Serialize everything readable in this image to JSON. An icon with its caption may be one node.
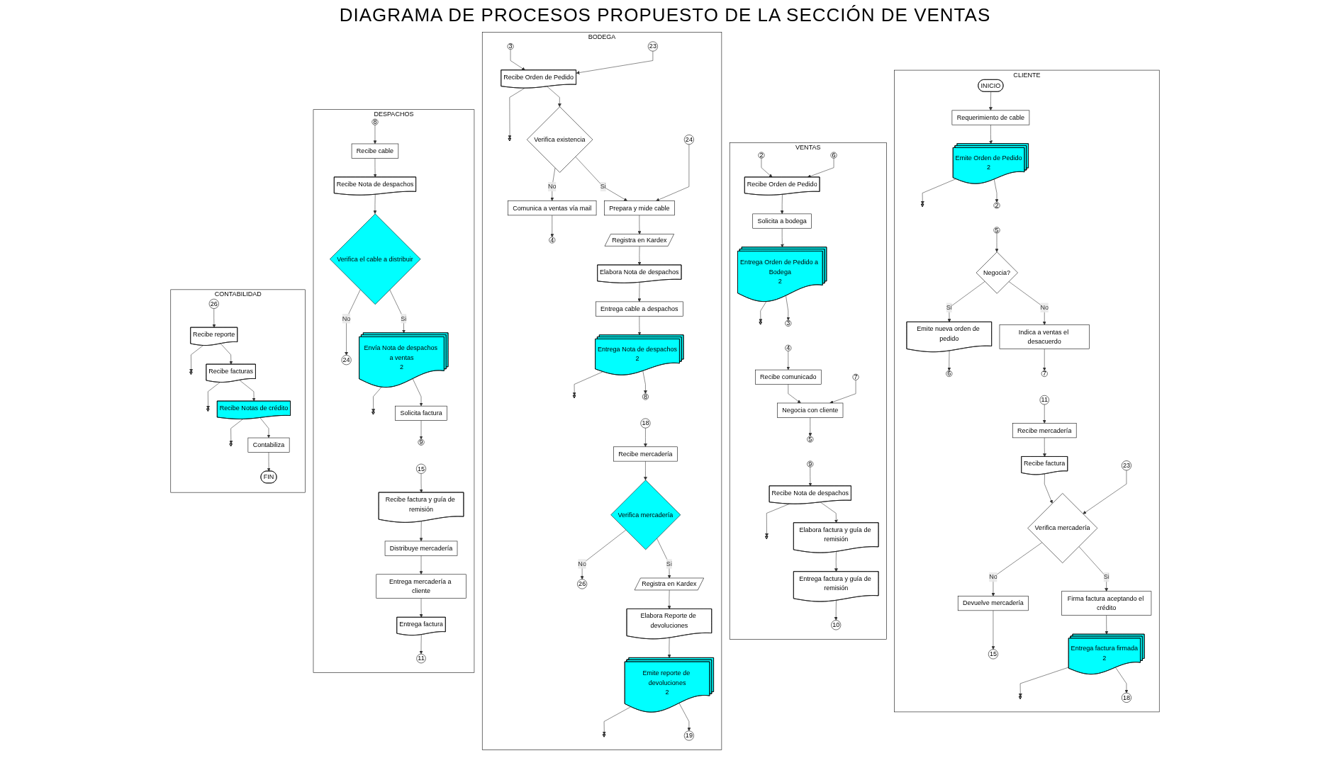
{
  "diagram": {
    "title": "DIAGRAMA DE PROCESOS PROPUESTO DE LA SECCIÓN DE VENTAS",
    "nodes": [
      {
        "text": [
          "CLIENTE"
        ]
      },
      {
        "text": [
          "INICIO"
        ],
        "in": 0
      },
      {
        "text": [
          "Requerimiento de cable"
        ],
        "in": 0
      },
      {
        "text": [
          "Emite Orden de Pedido",
          "2"
        ],
        "in": 0
      },
      {
        "text": [],
        "shape": "triangle",
        "in": 0
      },
      {
        "text": [
          "2"
        ],
        "in": 0
      },
      {
        "text": [
          "5"
        ],
        "in": 0
      },
      {
        "text": [
          "Negocia?"
        ],
        "in": 0
      },
      {
        "text": [
          "Emite nueva orden de pedido"
        ],
        "in": 0
      },
      {
        "text": [
          "6"
        ],
        "in": 0
      },
      {
        "text": [
          "Indica a ventas el desacuerdo"
        ],
        "in": 0
      },
      {
        "text": [
          "7"
        ],
        "in": 0
      },
      {
        "text": [
          "11"
        ],
        "in": 0
      },
      {
        "text": [
          "Recibe mercadería"
        ],
        "in": 0
      },
      {
        "text": [
          "Recibe factura"
        ],
        "in": 0
      },
      {
        "text": [
          "23"
        ],
        "in": 0
      },
      {
        "text": [
          "Verifica mercadería"
        ],
        "in": 0
      },
      {
        "text": [
          "Devuelve mercadería"
        ],
        "in": 0
      },
      {
        "text": [
          "15"
        ],
        "in": 0
      },
      {
        "text": [
          "Firma factura aceptando el crédito"
        ],
        "in": 0
      },
      {
        "text": [
          "Entrega factura firmada",
          "2"
        ],
        "in": 0
      },
      {
        "text": [],
        "shape": "triangle",
        "in": 0
      },
      {
        "text": [
          "18"
        ],
        "in": 0
      },
      {
        "text": [
          "VENTAS"
        ]
      },
      {
        "text": [
          "2"
        ],
        "in": 23
      },
      {
        "text": [
          "6"
        ],
        "in": 23
      },
      {
        "text": [
          "Recibe Orden de Pedido"
        ],
        "in": 23
      },
      {
        "text": [
          "Solicita a bodega"
        ],
        "in": 23
      },
      {
        "text": [
          "Entrega Orden de Pedido a Bodega",
          "2"
        ],
        "in": 23
      },
      {
        "text": [],
        "shape": "triangle",
        "in": 23
      },
      {
        "text": [
          "3"
        ],
        "in": 23
      },
      {
        "text": [
          "4"
        ],
        "in": 23
      },
      {
        "text": [
          "Recibe comunicado"
        ],
        "in": 23
      },
      {
        "text": [
          "7"
        ],
        "in": 23
      },
      {
        "text": [
          "Negocia con cliente"
        ],
        "in": 23
      },
      {
        "text": [
          "5"
        ],
        "in": 23
      },
      {
        "text": [
          "9"
        ],
        "in": 23
      },
      {
        "text": [
          "Recibe Nota de despachos"
        ],
        "in": 23
      },
      {
        "text": [],
        "shape": "triangle",
        "in": 23
      },
      {
        "text": [
          "Elabora factura y guía de remisión"
        ],
        "in": 23
      },
      {
        "text": [
          "Entrega factura y guía de remisión"
        ],
        "in": 23
      },
      {
        "text": [
          "10"
        ],
        "in": 23
      },
      {
        "text": [
          "BODEGA"
        ]
      },
      {
        "text": [
          "3"
        ],
        "in": 42
      },
      {
        "text": [
          "23"
        ],
        "in": 42
      },
      {
        "text": [
          "Recibe Orden de Pedido"
        ],
        "in": 42
      },
      {
        "text": [],
        "shape": "triangle",
        "in": 42
      },
      {
        "text": [
          "Verifica existencia"
        ],
        "in": 42
      },
      {
        "text": [
          "Comunica a ventas vía mail"
        ],
        "in": 42
      },
      {
        "text": [
          "4"
        ],
        "in": 42
      },
      {
        "text": [
          "24"
        ],
        "in": 42
      },
      {
        "text": [
          "Prepara y mide cable"
        ],
        "in": 42
      },
      {
        "text": [
          "Registra en Kardex"
        ],
        "in": 42
      },
      {
        "text": [
          "Elabora Nota de despachos"
        ],
        "in": 42
      },
      {
        "text": [
          "Entrega cable a despachos"
        ],
        "in": 42
      },
      {
        "text": [
          "Entrega Nota de despachos",
          "2"
        ],
        "in": 42
      },
      {
        "text": [],
        "shape": "triangle",
        "in": 42
      },
      {
        "text": [
          "8"
        ],
        "in": 42
      },
      {
        "text": [
          "18"
        ],
        "in": 42
      },
      {
        "text": [
          "Recibe mercadería"
        ],
        "in": 42
      },
      {
        "text": [
          "Verifica mercadería"
        ],
        "in": 42
      },
      {
        "text": [
          "26"
        ],
        "in": 42
      },
      {
        "text": [
          "Registra en Kardex"
        ],
        "in": 42
      },
      {
        "text": [
          "Elabora Reporte de devoluciones"
        ],
        "in": 42
      },
      {
        "text": [
          "Emite reporte de devoluciones",
          "2"
        ],
        "in": 42
      },
      {
        "text": [],
        "shape": "triangle",
        "in": 42
      },
      {
        "text": [
          "19"
        ],
        "in": 42
      },
      {
        "text": [
          "DESPACHOS"
        ]
      },
      {
        "text": [
          "8"
        ],
        "in": 67
      },
      {
        "text": [
          "Recibe cable"
        ],
        "in": 67
      },
      {
        "text": [
          "Recibe Nota de despachos"
        ],
        "in": 67
      },
      {
        "text": [
          "Verifica el cable a distribuir"
        ],
        "in": 67
      },
      {
        "text": [
          "24"
        ],
        "in": 67
      },
      {
        "text": [
          "Envía Nota de despachos a ventas",
          "2"
        ],
        "in": 67
      },
      {
        "text": [],
        "shape": "triangle",
        "in": 67
      },
      {
        "text": [
          "Solicita factura"
        ],
        "in": 67
      },
      {
        "text": [
          "9"
        ],
        "in": 67
      },
      {
        "text": [
          "15"
        ],
        "in": 67
      },
      {
        "text": [
          "Recibe factura y guía de remisión"
        ],
        "in": 67
      },
      {
        "text": [
          "Distribuye mercadería"
        ],
        "in": 67
      },
      {
        "text": [
          "Entrega mercadería a cliente"
        ],
        "in": 67
      },
      {
        "text": [
          "Entrega factura"
        ],
        "in": 67
      },
      {
        "text": [
          "11"
        ],
        "in": 67
      },
      {
        "text": [
          "CONTABILIDAD"
        ]
      },
      {
        "text": [
          "26"
        ],
        "in": 83
      },
      {
        "text": [
          "Recibe reporte"
        ],
        "in": 83
      },
      {
        "text": [],
        "shape": "triangle",
        "in": 83
      },
      {
        "text": [
          "Recibe facturas"
        ],
        "in": 83
      },
      {
        "text": [],
        "shape": "triangle",
        "in": 83
      },
      {
        "text": [
          "Recibe Notas de crédito"
        ],
        "in": 83
      },
      {
        "text": [],
        "shape": "triangle",
        "in": 83
      },
      {
        "text": [
          "Contabiliza"
        ],
        "in": 83
      },
      {
        "text": [
          "FIN"
        ],
        "in": 83
      }
    ],
    "edges": [
      {
        "from": 1,
        "to": 2,
        "arrow": "to"
      },
      {
        "from": 2,
        "to": 3,
        "arrow": "to"
      },
      {
        "from": 3,
        "to": 4,
        "arrow": "to"
      },
      {
        "from": 3,
        "to": 5,
        "arrow": "to"
      },
      {
        "from": 6,
        "to": 7,
        "arrow": "to"
      },
      {
        "from": 7,
        "to": 8,
        "arrow": "to",
        "label": "Si"
      },
      {
        "from": 8,
        "to": 9,
        "arrow": "to"
      },
      {
        "from": 7,
        "to": 10,
        "arrow": "to",
        "label": "No"
      },
      {
        "from": 10,
        "to": 11,
        "arrow": "to"
      },
      {
        "from": 12,
        "to": 13,
        "arrow": "to"
      },
      {
        "from": 13,
        "to": 14,
        "arrow": "to"
      },
      {
        "from": 14,
        "to": 16,
        "arrow": "to"
      },
      {
        "from": 15,
        "to": 16,
        "arrow": "to"
      },
      {
        "from": 16,
        "to": 17,
        "arrow": "to",
        "label": "No"
      },
      {
        "from": 17,
        "to": 18,
        "arrow": "to"
      },
      {
        "from": 16,
        "to": 19,
        "arrow": "to",
        "label": "Si"
      },
      {
        "from": 19,
        "to": 20,
        "arrow": "to"
      },
      {
        "from": 20,
        "to": 21,
        "arrow": "to"
      },
      {
        "from": 20,
        "to": 22,
        "arrow": "to"
      },
      {
        "from": 24,
        "to": 26,
        "arrow": "to"
      },
      {
        "from": 25,
        "to": 26,
        "arrow": "to"
      },
      {
        "from": 26,
        "to": 27,
        "arrow": "to"
      },
      {
        "from": 27,
        "to": 28,
        "arrow": "to"
      },
      {
        "from": 28,
        "to": 29,
        "arrow": "to"
      },
      {
        "from": 28,
        "to": 30,
        "arrow": "to"
      },
      {
        "from": 31,
        "to": 32,
        "arrow": "to"
      },
      {
        "from": 32,
        "to": 34,
        "arrow": "to"
      },
      {
        "from": 33,
        "to": 34,
        "arrow": "to"
      },
      {
        "from": 34,
        "to": 35,
        "arrow": "to"
      },
      {
        "from": 36,
        "to": 37,
        "arrow": "to"
      },
      {
        "from": 37,
        "to": 38,
        "arrow": "to"
      },
      {
        "from": 37,
        "to": 39,
        "arrow": "to"
      },
      {
        "from": 39,
        "to": 40,
        "arrow": "to"
      },
      {
        "from": 40,
        "to": 41,
        "arrow": "to"
      },
      {
        "from": 43,
        "to": 45,
        "arrow": "to"
      },
      {
        "from": 44,
        "to": 45,
        "arrow": "to"
      },
      {
        "from": 45,
        "to": 46,
        "arrow": "to"
      },
      {
        "from": 45,
        "to": 47,
        "arrow": "to"
      },
      {
        "from": 47,
        "to": 48,
        "arrow": "to",
        "label": "No"
      },
      {
        "from": 48,
        "to": 49,
        "arrow": "to"
      },
      {
        "from": 47,
        "to": 51,
        "arrow": "to",
        "label": "Si"
      },
      {
        "from": 50,
        "to": 51,
        "arrow": "to"
      },
      {
        "from": 51,
        "to": 52,
        "arrow": "to"
      },
      {
        "from": 52,
        "to": 53,
        "arrow": "to"
      },
      {
        "from": 53,
        "to": 54,
        "arrow": "to"
      },
      {
        "from": 54,
        "to": 55,
        "arrow": "to"
      },
      {
        "from": 55,
        "to": 56,
        "arrow": "to"
      },
      {
        "from": 55,
        "to": 57,
        "arrow": "to"
      },
      {
        "from": 58,
        "to": 59,
        "arrow": "to"
      },
      {
        "from": 59,
        "to": 60,
        "arrow": "to"
      },
      {
        "from": 60,
        "to": 61,
        "arrow": "to",
        "label": "No"
      },
      {
        "from": 60,
        "to": 62,
        "arrow": "to",
        "label": "Si"
      },
      {
        "from": 62,
        "to": 63,
        "arrow": "to"
      },
      {
        "from": 63,
        "to": 64,
        "arrow": "to"
      },
      {
        "from": 64,
        "to": 65,
        "arrow": "to"
      },
      {
        "from": 64,
        "to": 66,
        "arrow": "to"
      },
      {
        "from": 68,
        "to": 69,
        "arrow": "to"
      },
      {
        "from": 69,
        "to": 70,
        "arrow": "to"
      },
      {
        "from": 70,
        "to": 71,
        "arrow": "to"
      },
      {
        "from": 71,
        "to": 72,
        "arrow": "to",
        "label": "No"
      },
      {
        "from": 71,
        "to": 73,
        "arrow": "to",
        "label": "Si"
      },
      {
        "from": 73,
        "to": 74,
        "arrow": "to"
      },
      {
        "from": 73,
        "to": 75,
        "arrow": "to"
      },
      {
        "from": 75,
        "to": 76,
        "arrow": "to"
      },
      {
        "from": 77,
        "to": 78,
        "arrow": "to"
      },
      {
        "from": 78,
        "to": 79,
        "arrow": "to"
      },
      {
        "from": 79,
        "to": 80,
        "arrow": "to"
      },
      {
        "from": 80,
        "to": 81,
        "arrow": "to"
      },
      {
        "from": 81,
        "to": 82,
        "arrow": "to"
      },
      {
        "from": 84,
        "to": 85,
        "arrow": "to"
      },
      {
        "from": 85,
        "to": 86,
        "arrow": "to"
      },
      {
        "from": 85,
        "to": 87,
        "arrow": "to"
      },
      {
        "from": 87,
        "to": 88,
        "arrow": "to"
      },
      {
        "from": 87,
        "to": 89,
        "arrow": "to"
      },
      {
        "from": 89,
        "to": 90,
        "arrow": "to"
      },
      {
        "from": 89,
        "to": 91,
        "arrow": "to"
      },
      {
        "from": 91,
        "to": 92,
        "arrow": "to"
      }
    ]
  }
}
